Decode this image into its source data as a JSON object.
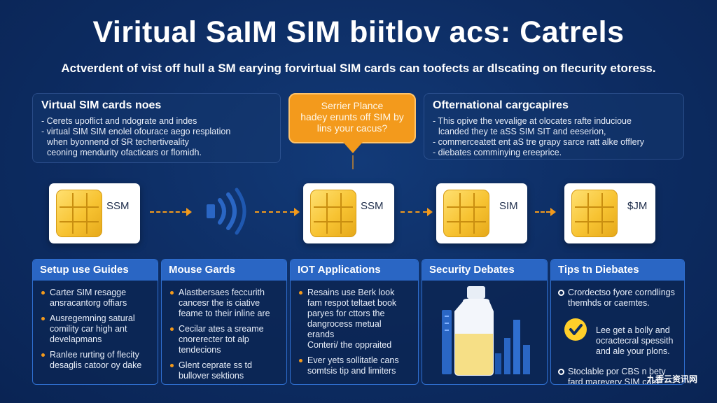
{
  "title": "Viritual SaIM SIM biitlov acs: Catrels",
  "subtitle": "Actverdent of vist off hull a SM earying forvirtual SIM cards can toofects ar dlscating on flecurity etoress.",
  "left_panel": {
    "title": "Virtual SIM cards noes",
    "lines": [
      "- Cerets upoflict and ndograte and indes",
      "- virtual SIM SIM enolel ofourace aego resplation",
      "when byonnend of SR techertiveality",
      "ceoning mendurity ofacticars or flomidh."
    ]
  },
  "bubble": {
    "lines": [
      "Serrier Plance",
      "hadey erunts off SIM by",
      "lins your cacus?"
    ]
  },
  "right_panel": {
    "title": "Ofternational cargcapires",
    "lines": [
      "- This opive the vevalige at olocates rafte inducioue",
      "lcanded they te aSS SIM SIT and eeserion,",
      "- commerceatett ent aS tre grapy sarce ratt alke offlery",
      "- diebates comminying ereeprice."
    ]
  },
  "sims": [
    {
      "label": "SSM"
    },
    {
      "label": "SSM"
    },
    {
      "label": "SIM"
    },
    {
      "label": "$JM"
    }
  ],
  "colors": {
    "accent": "#f39a1c",
    "card_header": "#2a66c4",
    "chip": "#f7c332",
    "background": "#0d2c62"
  },
  "cards": [
    {
      "title": "Setup use Guides",
      "bullets": [
        [
          "Carter SIM resagge",
          "ansracantorg offiars"
        ],
        [
          "Ausregemning satural",
          "comility car high ant",
          "develapmans"
        ],
        [
          "Ranlee rurting of flecity",
          "desaglis catoor oy dake"
        ]
      ]
    },
    {
      "title": "Mouse Gards",
      "bullets": [
        [
          "Alastbersaes feccurith",
          "cancesr the is ciative",
          "feame to their inline are"
        ],
        [
          "Cecilar ates a sreame",
          "cnorerecter tot alp",
          "tendecions"
        ],
        [
          "Glent ceprate ss td",
          "bullover sektions"
        ]
      ]
    },
    {
      "title": "IOT Applications",
      "bullets": [
        [
          "Resains use Berk look",
          "fam respot teltaet book",
          "paryes for cttors the",
          "dangrocess metual",
          "erands",
          "Conteri/ the oppraited"
        ],
        [
          "Ever yets sollitatle cans",
          "somtsis tip and limiters"
        ]
      ]
    },
    {
      "title": "Security Debates",
      "bottle_icon": "bottle-icon",
      "bar_icon": "bar-chart-icon"
    },
    {
      "title": "Tips tn Diebates",
      "tips": [
        [
          "Crordectso fyore corndlings",
          "themhds or caemtes."
        ],
        [
          "Lee get a bolly and",
          "ocractecral spessith",
          "and ale your plons."
        ],
        [
          "Stoclable por CBS n bety",
          "fard mareyery SIM cars."
        ]
      ]
    }
  ],
  "watermark": "九香云资讯网"
}
